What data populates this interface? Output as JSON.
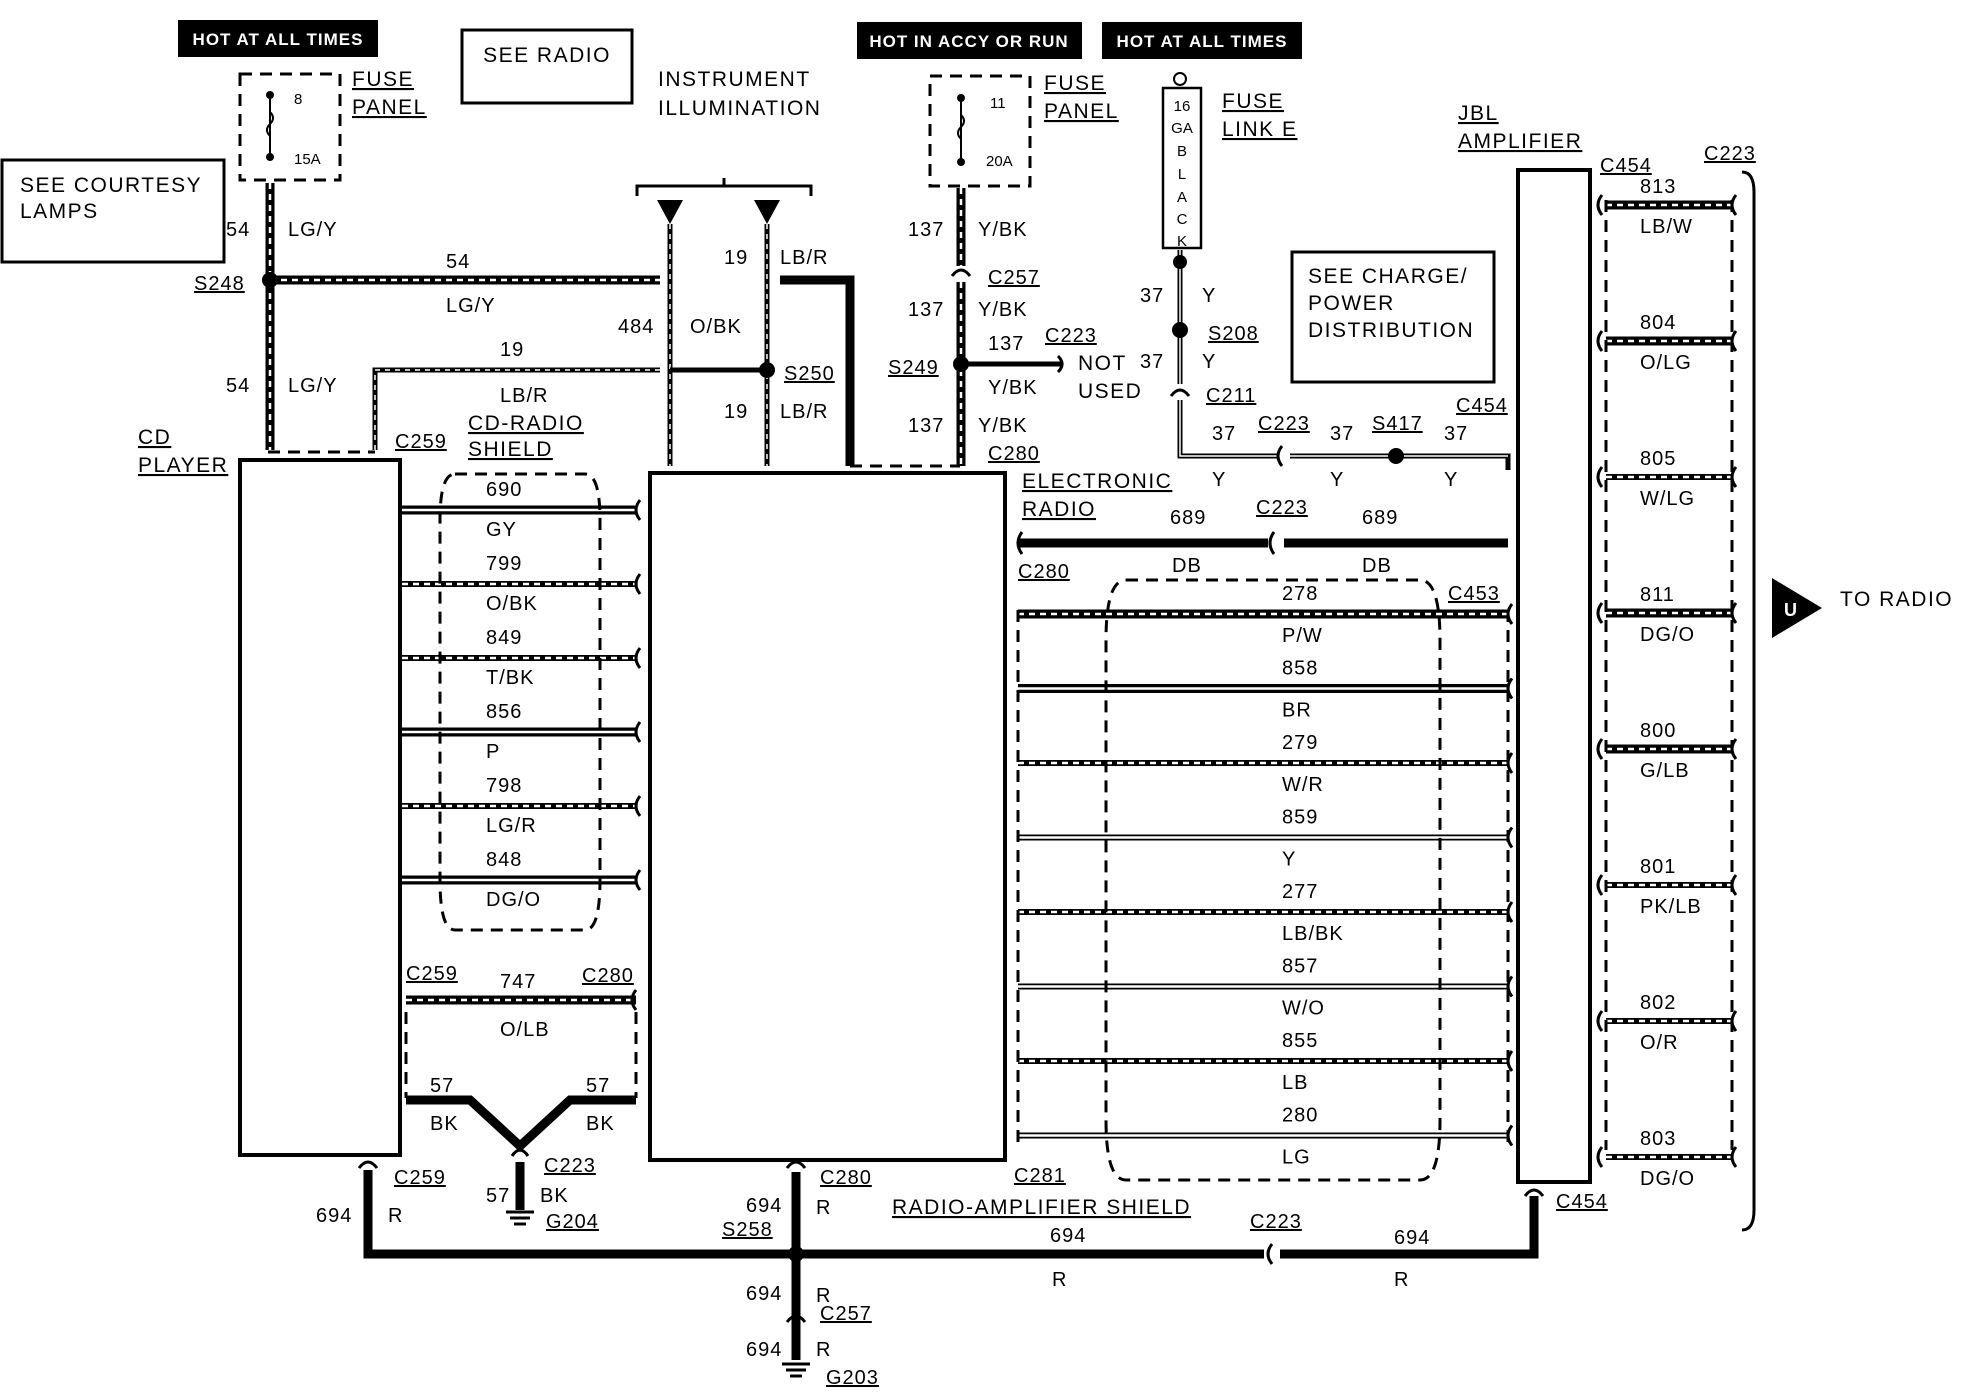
{
  "banners": {
    "hot_all_1": "HOT AT ALL TIMES",
    "hot_accy": "HOT IN ACCY OR RUN",
    "hot_all_2": "HOT AT ALL TIMES"
  },
  "refs": {
    "see_radio": "SEE RADIO",
    "see_courtesy_1": "SEE COURTESY",
    "see_courtesy_2": "LAMPS",
    "see_charge_1": "SEE CHARGE/",
    "see_charge_2": "POWER",
    "see_charge_3": "DISTRIBUTION",
    "not_used_1": "NOT",
    "not_used_2": "USED",
    "instrument_1": "INSTRUMENT",
    "instrument_2": "ILLUMINATION",
    "to_radio": "TO RADIO",
    "u_marker": "U"
  },
  "fuses": {
    "fuse_panel_1": "FUSE",
    "fuse_panel_2": "PANEL",
    "fuse_a_num": "8",
    "fuse_a_amp": "15A",
    "fuse_b_num": "11",
    "fuse_b_amp": "20A",
    "fuse_link_1": "FUSE",
    "fuse_link_2": "LINK E",
    "link_letters": [
      "16",
      "GA",
      "B",
      "L",
      "A",
      "C",
      "K"
    ]
  },
  "components": {
    "cd_player_1": "CD",
    "cd_player_2": "PLAYER",
    "cd_shield_1": "CD-RADIO",
    "cd_shield_2": "SHIELD",
    "radio_1": "ELECTRONIC",
    "radio_2": "RADIO",
    "jbl_1": "JBL",
    "jbl_2": "AMPLIFIER",
    "radio_amp_shield": "RADIO-AMPLIFIER SHIELD"
  },
  "connectors": {
    "C259": "C259",
    "C280": "C280",
    "C257": "C257",
    "C223": "C223",
    "C211": "C211",
    "C454": "C454",
    "C453": "C453",
    "C281": "C281",
    "S248": "S248",
    "S249": "S249",
    "S250": "S250",
    "S208": "S208",
    "S417": "S417",
    "S258": "S258",
    "G204": "G204",
    "G203": "G203"
  },
  "wires": {
    "w54": "54",
    "lgy": "LG/Y",
    "w19": "19",
    "lbr": "LB/R",
    "w484": "484",
    "obk": "O/BK",
    "w137": "137",
    "ybk": "Y/BK",
    "w37": "37",
    "y": "Y",
    "w689": "689",
    "db": "DB",
    "w694": "694",
    "r": "R",
    "w57": "57",
    "bk": "BK",
    "w747": "747",
    "olb": "O/LB"
  },
  "cd_wires": [
    {
      "num": "690",
      "color": "GY"
    },
    {
      "num": "799",
      "color": "O/BK"
    },
    {
      "num": "849",
      "color": "T/BK"
    },
    {
      "num": "856",
      "color": "P"
    },
    {
      "num": "798",
      "color": "LG/R"
    },
    {
      "num": "848",
      "color": "DG/O"
    }
  ],
  "radio_amp_wires": [
    {
      "num": "278",
      "color": "P/W"
    },
    {
      "num": "858",
      "color": "BR"
    },
    {
      "num": "279",
      "color": "W/R"
    },
    {
      "num": "859",
      "color": "Y"
    },
    {
      "num": "277",
      "color": "LB/BK"
    },
    {
      "num": "857",
      "color": "W/O"
    },
    {
      "num": "855",
      "color": "LB"
    },
    {
      "num": "280",
      "color": "LG"
    }
  ],
  "speaker_wires": [
    {
      "num": "813",
      "color": "LB/W"
    },
    {
      "num": "804",
      "color": "O/LG"
    },
    {
      "num": "805",
      "color": "W/LG"
    },
    {
      "num": "811",
      "color": "DG/O"
    },
    {
      "num": "800",
      "color": "G/LB"
    },
    {
      "num": "801",
      "color": "PK/LB"
    },
    {
      "num": "802",
      "color": "O/R"
    },
    {
      "num": "803",
      "color": "DG/O"
    }
  ]
}
